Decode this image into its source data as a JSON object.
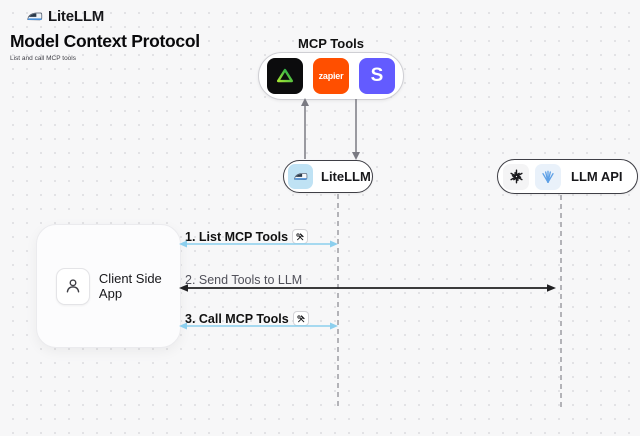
{
  "header": {
    "brand": "LiteLLM",
    "title": "Model Context Protocol",
    "subtitle": "List and call MCP tools"
  },
  "mcp": {
    "label": "MCP Tools",
    "icons": [
      {
        "name": "triangle-logo",
        "bg": "#0c0c0d"
      },
      {
        "name": "zapier-logo",
        "bg": "#ff4f00",
        "text": "zapier"
      },
      {
        "name": "stripe-logo",
        "bg": "#635bff",
        "text": "S"
      }
    ]
  },
  "nodes": {
    "litellm": {
      "label": "LiteLLM"
    },
    "llm_api": {
      "label": "LLM API"
    },
    "client": {
      "label": "Client Side App"
    }
  },
  "messages": [
    {
      "label": "1. List MCP Tools",
      "tools_badge": true,
      "color": "#8ccfee"
    },
    {
      "label": "2. Send Tools to LLM",
      "tools_badge": false,
      "color": "#202022"
    },
    {
      "label": "3. Call MCP Tools",
      "tools_badge": true,
      "color": "#8ccfee"
    }
  ],
  "colors": {
    "background": "#f7f7f8",
    "accent_blue": "#8ccfee",
    "arrow_dark": "#202022",
    "lifeline_gray": "#b3b3b8",
    "zapier_orange": "#ff4f00",
    "stripe_indigo": "#635bff",
    "triangle_green": "#22c55e"
  }
}
